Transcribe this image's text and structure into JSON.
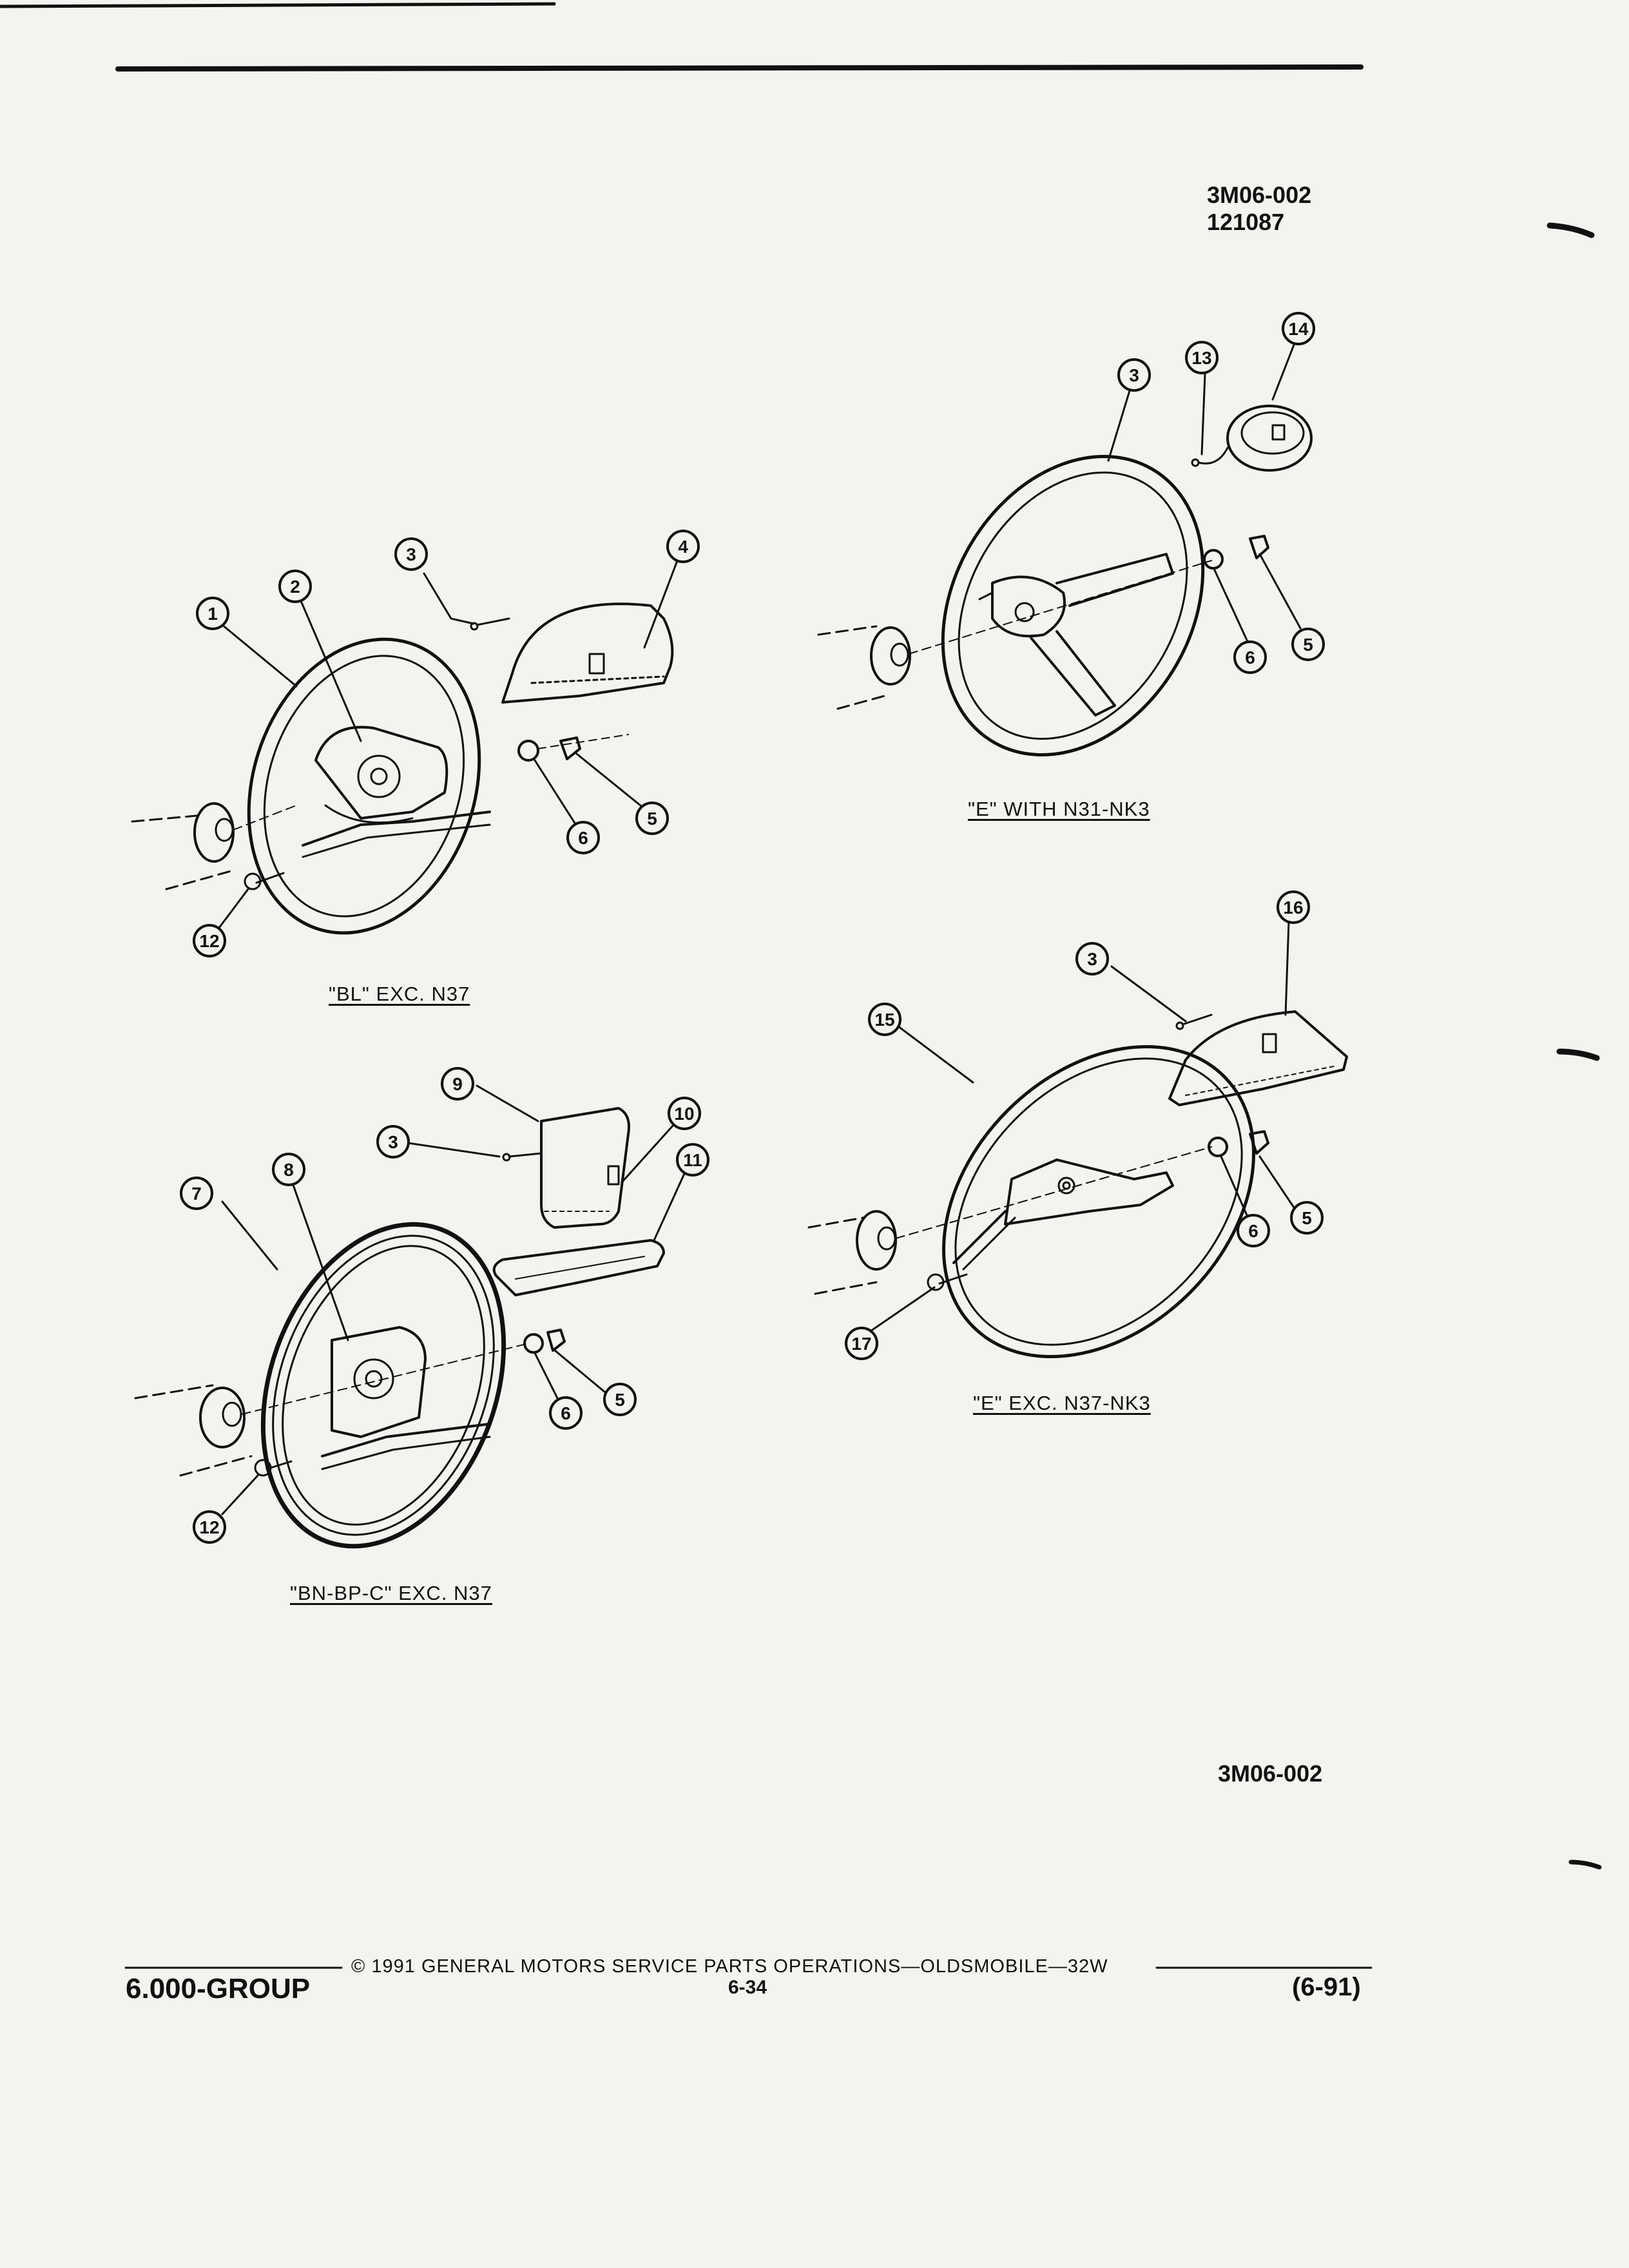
{
  "header": {
    "code": "3M06-002",
    "date": "121087"
  },
  "views": [
    {
      "caption": "\"BL\" EXC. N37",
      "callouts": [
        "1",
        "2",
        "3",
        "4",
        "5",
        "6",
        "12"
      ]
    },
    {
      "caption": "\"E\" WITH N31-NK3",
      "callouts": [
        "3",
        "13",
        "14",
        "6",
        "5"
      ]
    },
    {
      "caption": "\"BN-BP-C\" EXC. N37",
      "callouts": [
        "9",
        "3",
        "10",
        "11",
        "7",
        "8",
        "6",
        "5",
        "12"
      ]
    },
    {
      "caption": "\"E\" EXC. N37-NK3",
      "callouts": [
        "16",
        "3",
        "15",
        "6",
        "5",
        "17"
      ]
    }
  ],
  "figure_code": "3M06-002",
  "footer": {
    "copyright": "© 1991 GENERAL MOTORS SERVICE PARTS OPERATIONS—OLDSMOBILE—32W",
    "group": "6.000-GROUP",
    "page": "6-34",
    "revision": "(6-91)"
  }
}
